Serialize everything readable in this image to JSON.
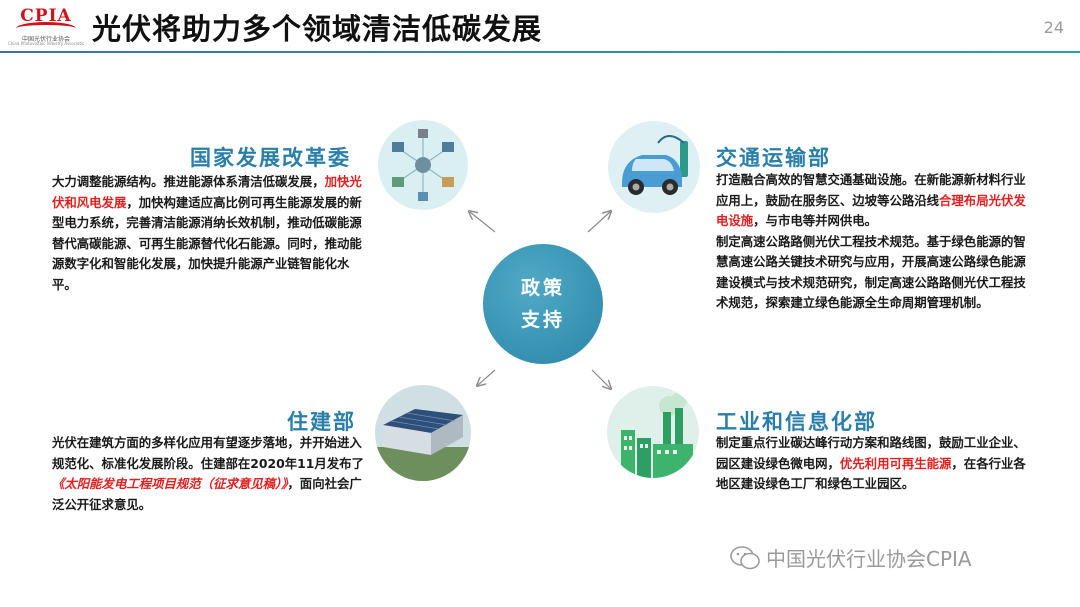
{
  "header": {
    "logo_text": "CPIA",
    "logo_sub": "中国光伏行业协会",
    "logo_sub2": "China Photovoltaic Industry Association",
    "title": "光伏将助力多个领域清洁低碳发展",
    "page_number": "24"
  },
  "center": {
    "line1": "政策",
    "line2": "支持"
  },
  "quadrants": {
    "ndrc": {
      "heading": "国家发展改革委",
      "t1": "大力调整能源结构。推进能源体系清洁低碳发展，",
      "t2": "加快光伏和风电发展",
      "t3": "，加快构建适应高比例可再生能源发展的新型电力系统，完善清洁能源消纳长效机制，推动低碳能源替代高碳能源、可再生能源替代化石能源。同时，推动能源数字化和智能化发展，加快提升能源产业链智能化水平。"
    },
    "transport": {
      "heading": "交通运输部",
      "t1": "打造融合高效的智慧交通基础设施。在新能源新材料行业应用上，鼓励在服务区、边坡等公路沿线",
      "t2": "合理布局光伏发电设施",
      "t3": "，与市电等并网供电。",
      "t4": "制定高速公路路侧光伏工程技术规范。基于绿色能源的智慧高速公路关键技术研究与应用，开展高速公路绿色能源建设模式与技术规范研究，制定高速公路路侧光伏工程技术规范，探索建立绿色能源全生命周期管理机制。"
    },
    "housing": {
      "heading": "住建部",
      "t1": "光伏在建筑方面的多样化应用有望逐步落地，并开始进入规范化、标准化发展阶段。住建部在2020年11月发布了",
      "t2": "《太阳能发电工程项目规范（征求意见稿）》",
      "t3": "，面向社会广泛公开征求意见。"
    },
    "miit": {
      "heading": "工业和信息化部",
      "t1": "制定重点行业碳达峰行动方案和路线图，鼓励工业企业、园区建设绿色微电网，",
      "t2": "优先利用可再生能源",
      "t3": "，在各行业各地区建设绿色工厂和绿色工业园区。"
    }
  },
  "watermark": "中国光伏行业协会CPIA",
  "icons": [
    "energy-network-icon",
    "electric-car-icon",
    "solar-rooftop-icon",
    "green-factory-icon",
    "wechat-icon",
    "arrow-icon"
  ],
  "colors": {
    "heading": "#2a7fa8",
    "highlight": "#e02020",
    "center_circle": "#2b86a8"
  }
}
